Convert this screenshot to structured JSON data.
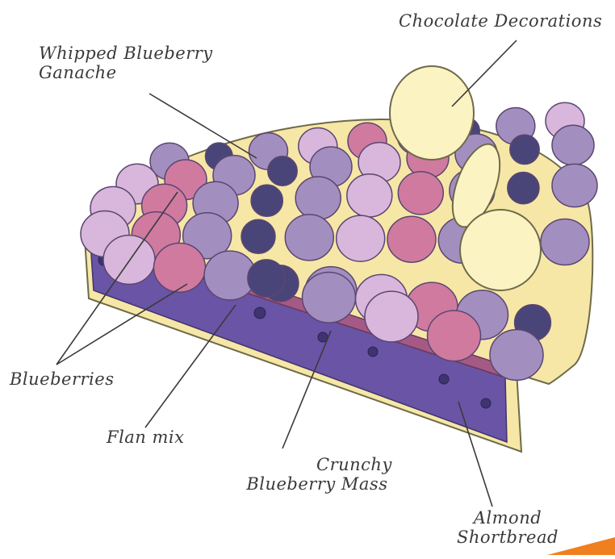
{
  "labels": {
    "chocolate_decorations": "Chocolate Decorations",
    "whipped_ganache_line1": "Whipped Blueberry",
    "whipped_ganache_line2": "Ganache",
    "blueberries": "Blueberries",
    "flan_mix": "Flan mix",
    "crunchy_line1": "Crunchy",
    "crunchy_line2": "Blueberry Mass",
    "almond_line1": "Almond",
    "almond_line2": "Shortbread"
  },
  "colors": {
    "shortbread": "#f6e7a6",
    "flan": "#6a54a6",
    "crunchy_layer": "#a55a86",
    "blueberry": "#4a4578",
    "mousse_lavender": "#a38fbf",
    "mousse_pink": "#d07aa0",
    "mousse_light": "#d9b6db",
    "chocolate_disc": "#fbf3c2",
    "accent_corner": "#f07f1f"
  }
}
